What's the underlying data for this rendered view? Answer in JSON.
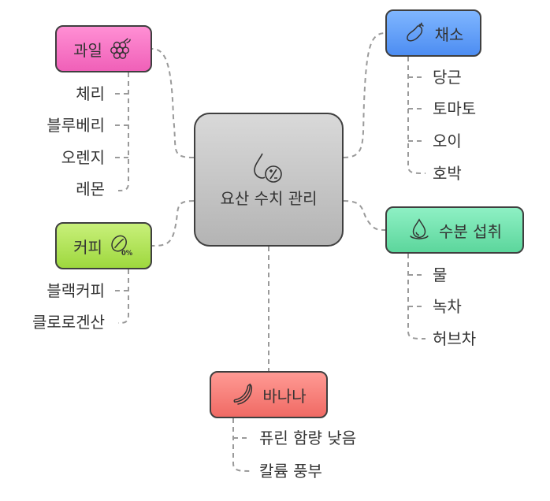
{
  "center": {
    "label": "요산 수치 관리"
  },
  "branches": {
    "fruit": {
      "label": "과일",
      "icon": "grapes-icon",
      "items": [
        "체리",
        "블루베리",
        "오렌지",
        "레몬"
      ]
    },
    "veg": {
      "label": "채소",
      "icon": "eggplant-icon",
      "items": [
        "당근",
        "토마토",
        "오이",
        "호박"
      ]
    },
    "coffee": {
      "label": "커피",
      "icon": "coffee-bean-icon",
      "items": [
        "블랙커피",
        "클로로겐산"
      ]
    },
    "water": {
      "label": "수분 섭취",
      "icon": "water-drop-icon",
      "items": [
        "물",
        "녹차",
        "허브차"
      ]
    },
    "banana": {
      "label": "바나나",
      "icon": "banana-icon",
      "items": [
        "퓨린 함량 낮음",
        "칼륨 풍부"
      ]
    }
  },
  "colors": {
    "fruit": "#f060b8",
    "veg": "#4d8df2",
    "coffee": "#9ed83e",
    "water": "#5cd69c",
    "banana": "#f06a64",
    "center": "#c6c6c6",
    "link": "#9a9a9a"
  }
}
